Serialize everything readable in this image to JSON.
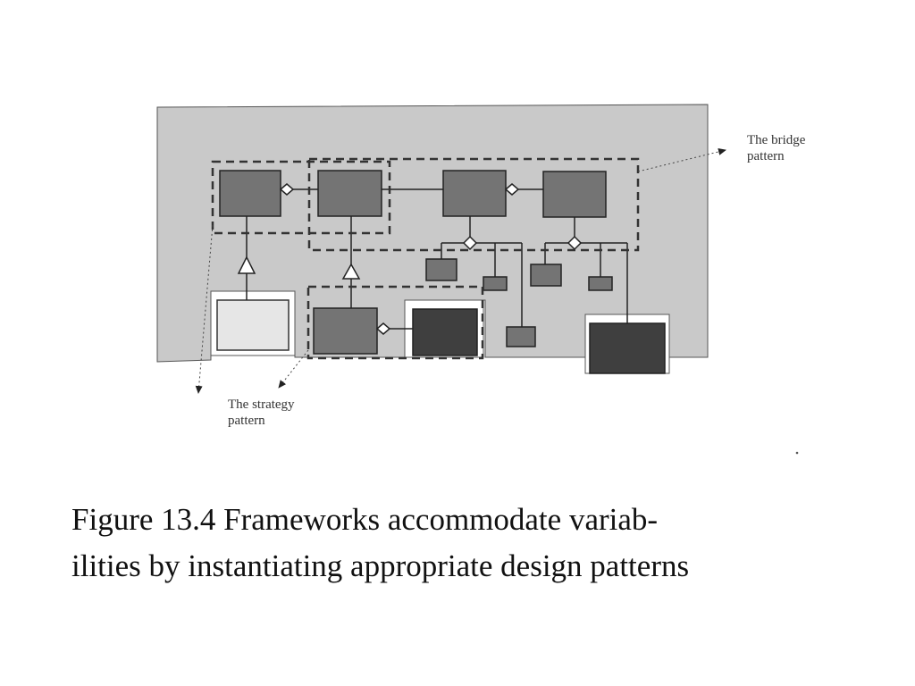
{
  "labels": {
    "bridge_line1": "The bridge",
    "bridge_line2": "pattern",
    "strategy_line1": "The strategy",
    "strategy_line2": "pattern"
  },
  "caption": {
    "line1": "Figure 13.4 Frameworks accommodate variab-",
    "line2": "ilities by instantiating appropriate design patterns"
  },
  "colors": {
    "panel": "#c9c9c9",
    "box_fill": "#747474",
    "box_dark": "#3f3f3f",
    "line": "#222222",
    "white_box": "#ffffff"
  }
}
